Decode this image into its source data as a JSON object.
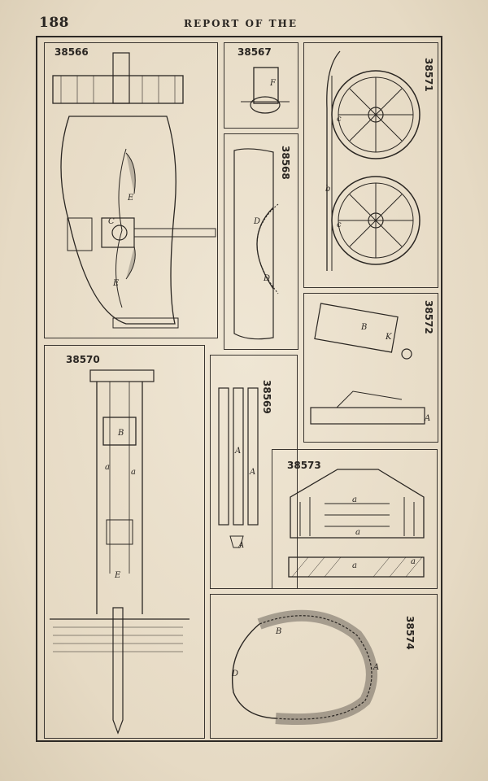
{
  "header": {
    "page_number": "188",
    "running_head": "REPORT OF THE"
  },
  "figures": [
    {
      "number": "38566"
    },
    {
      "number": "38567"
    },
    {
      "number": "38568"
    },
    {
      "number": "38571"
    },
    {
      "number": "38572"
    },
    {
      "number": "38570"
    },
    {
      "number": "38569"
    },
    {
      "number": "38573"
    },
    {
      "number": "38574"
    }
  ]
}
